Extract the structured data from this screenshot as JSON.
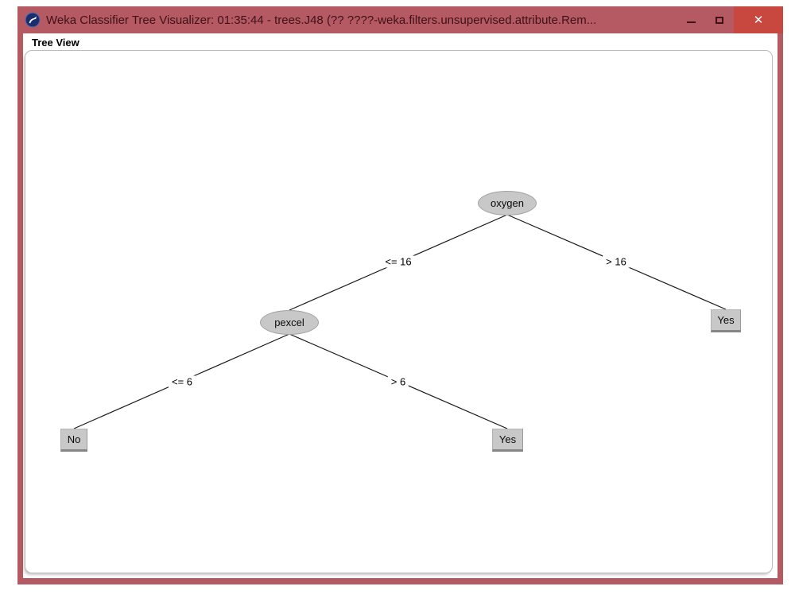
{
  "window": {
    "title": "Weka Classifier Tree Visualizer: 01:35:44 - trees.J48 (?? ????-weka.filters.unsupervised.attribute.Rem..."
  },
  "icons": {
    "weka_logo": "weka-bird-in-dark-blue-circle",
    "minimize": "dash",
    "maximize": "square-outline",
    "close": "✕"
  },
  "colors": {
    "titlebar_bg": "#b55a62",
    "titlebar_text": "#3f1218",
    "close_button_bg": "#c8473f",
    "node_fill": "#c8c8c8",
    "node_border": "#a2a2a2",
    "edge_line": "#1a1a1a",
    "panel_border": "#bcbcbc"
  },
  "panel": {
    "label": "Tree View"
  },
  "tree": {
    "type": "decision-tree",
    "nodes": [
      {
        "label": "oxygen",
        "kind": "decision"
      },
      {
        "label": "pexcel",
        "kind": "decision"
      },
      {
        "label": "Yes",
        "kind": "leaf"
      },
      {
        "label": "No",
        "kind": "leaf"
      },
      {
        "label": "Yes",
        "kind": "leaf"
      }
    ],
    "edges": [
      {
        "from": "oxygen",
        "to": "pexcel",
        "label": "<= 16"
      },
      {
        "from": "oxygen",
        "to": "Yes",
        "label": "> 16"
      },
      {
        "from": "pexcel",
        "to": "No",
        "label": "<= 6"
      },
      {
        "from": "pexcel",
        "to": "Yes",
        "label": "> 6"
      }
    ]
  }
}
